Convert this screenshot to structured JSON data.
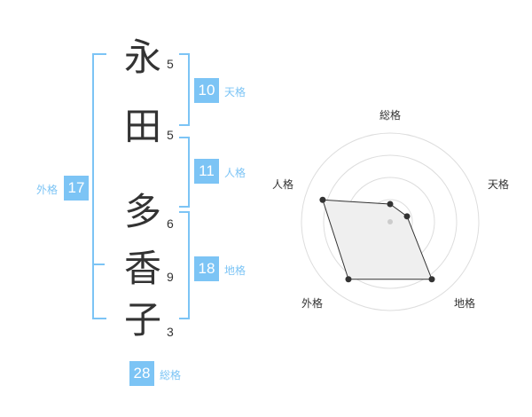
{
  "name": {
    "characters": [
      {
        "char": "永",
        "strokes": "5"
      },
      {
        "char": "田",
        "strokes": "5"
      },
      {
        "char": "多",
        "strokes": "6"
      },
      {
        "char": "香",
        "strokes": "9"
      },
      {
        "char": "子",
        "strokes": "3"
      }
    ]
  },
  "fortune": {
    "tenkaku": {
      "label": "天格",
      "value": "10"
    },
    "jinkaku": {
      "label": "人格",
      "value": "11"
    },
    "chikaku": {
      "label": "地格",
      "value": "18"
    },
    "gaikaku": {
      "label": "外格",
      "value": "17"
    },
    "soukaku": {
      "label": "総格",
      "value": "28"
    }
  },
  "colors": {
    "accent": "#7cc4f5",
    "text": "#333333"
  },
  "chart_data": {
    "type": "radar",
    "axes": [
      "総格",
      "天格",
      "地格",
      "外格",
      "人格"
    ],
    "values": [
      1,
      1,
      4,
      4,
      4
    ],
    "range": [
      0,
      5
    ],
    "rings": 4
  }
}
